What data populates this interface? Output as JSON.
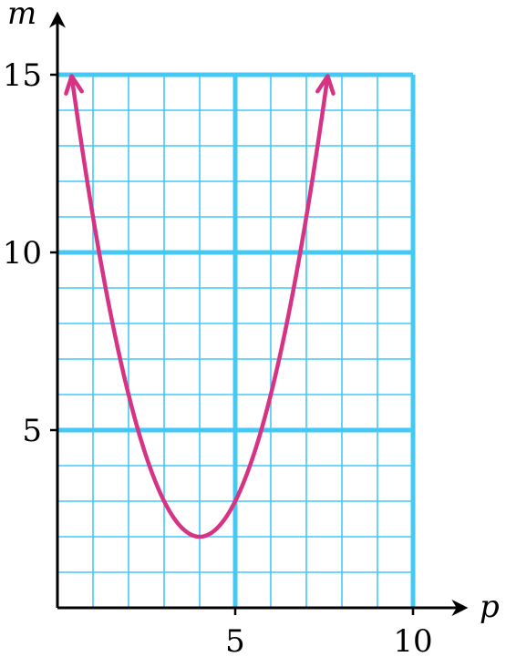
{
  "chart_data": {
    "type": "line",
    "x_axis": {
      "label": "p",
      "range": [
        0,
        10
      ],
      "ticks": [
        5,
        10
      ],
      "minor_step": 1
    },
    "y_axis": {
      "label": "m",
      "range": [
        0,
        15
      ],
      "ticks": [
        5,
        10,
        15
      ],
      "minor_step": 1
    },
    "grid": true,
    "series": [
      {
        "function": "m = (p - 4)^2 + 2",
        "vertex": [
          4,
          2
        ],
        "x_range": [
          0.4,
          7.6
        ],
        "arrows": "both-ends",
        "color": "#d63384"
      }
    ]
  },
  "colors": {
    "grid": "#44c8f5",
    "axes": "#000000",
    "curve": "#d63384"
  }
}
